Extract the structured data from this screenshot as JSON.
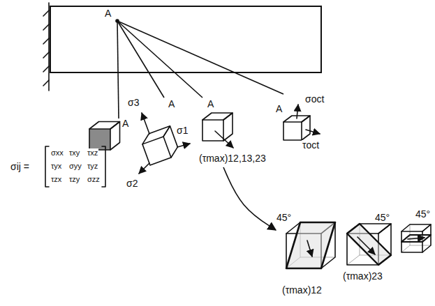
{
  "diagram": {
    "nodes": [
      {
        "text": [
          "A"
        ]
      },
      {
        "text": [
          "A"
        ]
      },
      {
        "text": [
          "A",
          "σ1",
          "σ2",
          "σ3"
        ]
      },
      {
        "text": [
          "A",
          "(τmax)12,13,23"
        ]
      },
      {
        "text": [
          "A",
          "σoct",
          "τoct"
        ]
      },
      {
        "text": [
          "45°",
          "(τmax)12"
        ]
      },
      {
        "text": [
          "45°",
          "(τmax)23"
        ]
      },
      {
        "text": [
          "45°"
        ]
      }
    ],
    "edges": [
      {
        "from": 0,
        "to": 1,
        "arrow": "none"
      },
      {
        "from": 0,
        "to": 2,
        "arrow": "none"
      },
      {
        "from": 0,
        "to": 3,
        "arrow": "none"
      },
      {
        "from": 0,
        "to": 4,
        "arrow": "none"
      },
      {
        "from": 3,
        "to": 5,
        "arrow": "to"
      }
    ],
    "labels": [
      "σij =",
      "σxx",
      "τxy",
      "τxz",
      "τyx",
      "σyy",
      "τyz",
      "τzx",
      "τzy",
      "σzz"
    ]
  }
}
